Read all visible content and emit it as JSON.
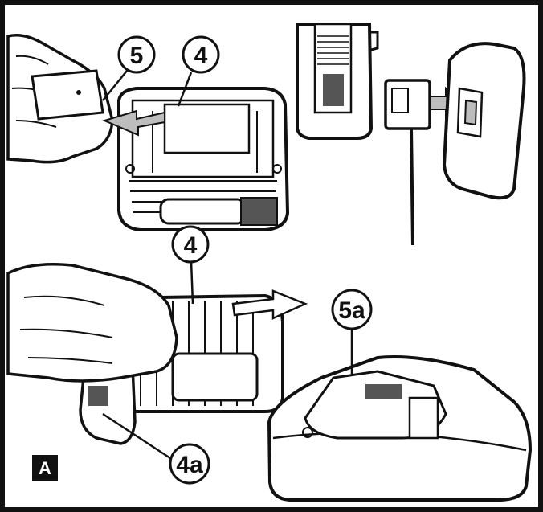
{
  "figure": {
    "panel_label": "A",
    "callouts": {
      "c5_top": "5",
      "c4_top": "4",
      "c4_mid": "4",
      "c5a": "5a",
      "c4a": "4a"
    }
  },
  "colors": {
    "ink": "#111111",
    "paper": "#ffffff",
    "gray_fill": "#bdbdbd",
    "light_fill": "#e6e6e6"
  }
}
